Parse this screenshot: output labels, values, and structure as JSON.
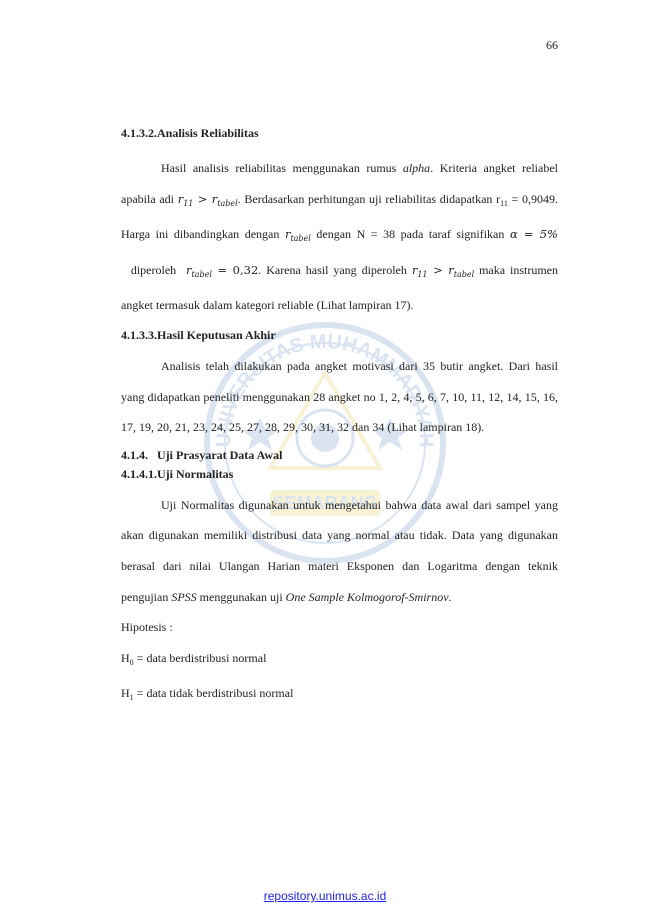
{
  "page_number": "66",
  "sections": {
    "s1": {
      "heading": "4.1.3.2.Analisis Reliabilitas",
      "p1": {
        "a": "Hasil analisis reliabilitas menggunakan rumus ",
        "alpha_word": "alpha",
        "b": ". Kriteria angket reliabel apabila adi ",
        "r11_base": "r",
        "r11_sub": "11",
        "gt": " > ",
        "rt_base": "r",
        "rt_sub": "tabel",
        "c": ". Berdasarkan perhitungan uji reliabilitas didapatkan r",
        "r11_sub_plain": "11",
        "d": " = 0,9049. Harga ini dibandingkan dengan ",
        "rt2_base": "r",
        "rt2_sub": "tabel",
        "e": " dengan N = 38 pada taraf signifikan ",
        "alpha_sym": "α = 5%",
        "f": "  diperoleh  ",
        "rt3_base": "r",
        "rt3_sub": "tabel",
        "rt3_val": " = 0,32",
        "g": ". Karena hasil yang diperoleh ",
        "r11b_base": "r",
        "r11b_sub": "11",
        "gt2": " > ",
        "rt4_base": "r",
        "rt4_sub": "tabel",
        "h": "  maka instrumen angket termasuk dalam kategori reliable (Lihat lampiran 17)."
      }
    },
    "s2": {
      "heading": "4.1.3.3.Hasil Keputusan Akhir",
      "p1": "Analisis telah dilakukan pada angket motivasi dari 35 butir angket. Dari hasil yang didapatkan peneliti menggunakan 28 angket no 1, 2, 4, 5, 6, 7, 10, 11, 12, 14, 15, 16, 17, 19, 20, 21, 23, 24, 25, 27, 28, 29, 30, 31, 32 dan 34 (Lihat lampiran 18)."
    },
    "s3": {
      "heading": "4.1.4.   Uji Prasyarat Data Awal",
      "subheading": "4.1.4.1.Uji Normalitas",
      "p1": {
        "a": "Uji Normalitas digunakan untuk mengetahui bahwa data awal dari sampel yang akan digunakan memiliki distribusi data yang normal atau tidak. Data yang digunakan berasal dari nilai Ulangan Harian materi Eksponen dan Logaritma dengan teknik pengujian ",
        "spss": "SPSS",
        "b": " menggunakan uji ",
        "test": "One Sample Kolmogorof-Smirnov",
        "c": "."
      },
      "hipotesis": "Hipotesis :",
      "h0_base": "H",
      "h0_sub": "0",
      "h0_text": " = data berdistribusi normal",
      "h1_base": "H",
      "h1_sub": "1",
      "h1_text": " = data tidak berdistribusi normal"
    }
  },
  "watermark": {
    "text_top": "UNIVERSITAS MUHAMMADIYAH",
    "text_bottom": "SEMARANG",
    "color": "#1f5fa8",
    "accent": "#d9b300"
  },
  "footer_link": "repository.unimus.ac.id",
  "colors": {
    "link": "#2222ee",
    "text": "#222222"
  }
}
